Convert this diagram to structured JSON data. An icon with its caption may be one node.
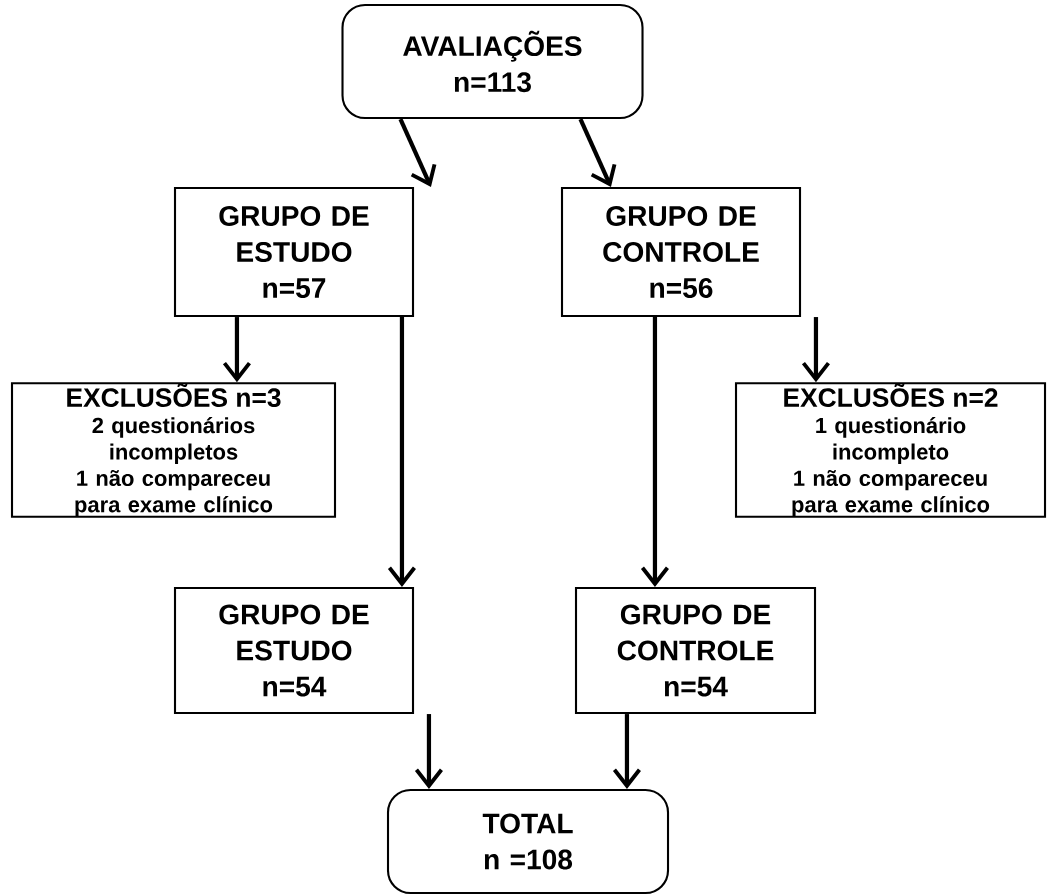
{
  "diagram": {
    "nodes": [
      {
        "text": [
          "AVALIAÇÕES",
          "n=113"
        ]
      },
      {
        "text": [
          "GRUPO DE ESTUDO",
          "n=57"
        ]
      },
      {
        "text": [
          "GRUPO DE CONTROLE",
          "n=56"
        ]
      },
      {
        "text": [
          "EXCLUSÕES n=3",
          "2 questionários incompletos",
          "1 não compareceu para exame clínico"
        ]
      },
      {
        "text": [
          "EXCLUSÕES n=2",
          "1 questionário incompleto",
          "1 não compareceu para exame clínico"
        ]
      },
      {
        "text": [
          "GRUPO DE ESTUDO",
          "n=54"
        ]
      },
      {
        "text": [
          "GRUPO DE CONTROLE",
          "n=54"
        ]
      },
      {
        "text": [
          "TOTAL",
          "n =108"
        ]
      }
    ],
    "edges": [
      {
        "from": 0,
        "to": 1,
        "arrow": "to"
      },
      {
        "from": 0,
        "to": 2,
        "arrow": "to"
      },
      {
        "from": 1,
        "to": 3,
        "arrow": "to"
      },
      {
        "from": 1,
        "to": 5,
        "arrow": "to"
      },
      {
        "from": 2,
        "to": 6,
        "arrow": "to"
      },
      {
        "from": 2,
        "to": 4,
        "arrow": "to"
      },
      {
        "from": 5,
        "to": 7,
        "arrow": "to"
      },
      {
        "from": 6,
        "to": 7,
        "arrow": "to"
      }
    ]
  }
}
